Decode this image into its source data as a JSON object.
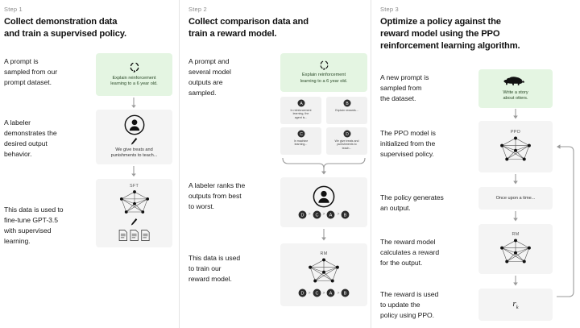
{
  "steps": [
    {
      "label": "Step 1",
      "title": "Collect demonstration data\nand train a supervised policy.",
      "captions": [
        "A prompt is\nsampled from our\nprompt dataset.",
        "A labeler\ndemonstrates the\ndesired output\nbehavior.",
        "This data is used to\nfine-tune GPT-3.5\nwith supervised\nlearning."
      ],
      "nodes": {
        "prompt": "Explain reinforcement\nlearning to a 6 year old.",
        "demo": "We give treats and\npunishments to teach...",
        "model_label": "SFT"
      }
    },
    {
      "label": "Step 2",
      "title": "Collect comparison data and\ntrain a reward model.",
      "captions": [
        "A prompt and\nseveral model\noutputs are\nsampled.",
        "A labeler ranks the\noutputs from best\nto worst.",
        "This data is used\nto train our\nreward model."
      ],
      "nodes": {
        "prompt": "Explain reinforcement\nlearning to a 6 year old.",
        "outputs": [
          {
            "letter": "A",
            "text": "In reinforcement\nlearning, the\nagent is..."
          },
          {
            "letter": "B",
            "text": "Explain rewards..."
          },
          {
            "letter": "C",
            "text": "In machine\nlearning..."
          },
          {
            "letter": "D",
            "text": "We give treats and\npunishments to\nteach..."
          }
        ],
        "ranking": [
          "D",
          "C",
          "A",
          "B"
        ],
        "model_label": "RM"
      }
    },
    {
      "label": "Step 3",
      "title": "Optimize a policy against the\nreward model using the PPO\nreinforcement learning algorithm.",
      "captions": [
        "A new prompt is\nsampled from\nthe dataset.",
        "The PPO model is\ninitialized from the\nsupervised policy.",
        "The policy generates\nan output.",
        "The reward model\ncalculates a reward\nfor the output.",
        "The reward is used\nto update the\npolicy using PPO."
      ],
      "nodes": {
        "prompt": "Write a story\nabout otters.",
        "ppo_label": "PPO",
        "output": "Once upon a time...",
        "rm_label": "RM",
        "reward": "r",
        "reward_sub": "k"
      }
    }
  ],
  "colors": {
    "prompt_green": "#e4f5e2",
    "node_gray": "#f4f4f4",
    "divider": "#e3e3e3",
    "text": "#1a1a1a",
    "muted": "#8a8a8a"
  },
  "icons": {
    "prompt": "recycle-icon",
    "labeler": "person-avatar-icon",
    "pencil": "pencil-icon",
    "docs": "documents-icon",
    "network": "neural-network-icon",
    "otter": "otter-icon"
  }
}
